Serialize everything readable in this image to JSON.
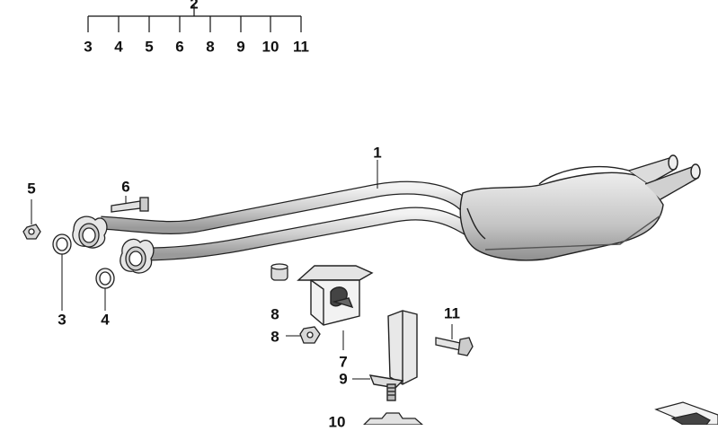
{
  "diagram": {
    "group_callout": "2",
    "group_items": [
      "3",
      "4",
      "5",
      "6",
      "8",
      "9",
      "10",
      "11"
    ],
    "part_callouts": {
      "front_pipe": "1",
      "nut": "5",
      "bolt": "6",
      "gasket_left": "3",
      "gasket_right": "4",
      "rubber_mount_nut_upper": "8",
      "rubber_mount_nut_lower": "8",
      "rubber_mount": "7",
      "bracket": "9",
      "clamp": "10",
      "hex_bolt": "11"
    }
  }
}
